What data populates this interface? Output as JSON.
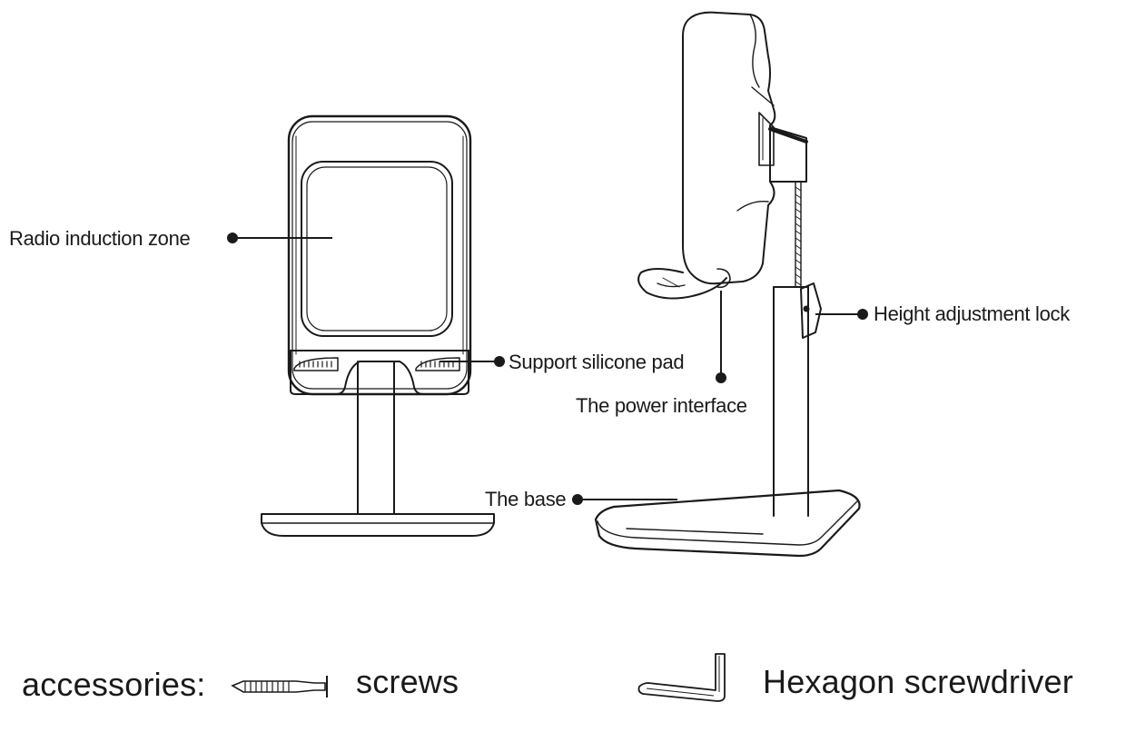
{
  "callouts": {
    "radio_zone": "Radio induction zone",
    "silicone_pad": "Support silicone pad",
    "power_interface": "The power interface",
    "height_lock": "Height adjustment lock",
    "base": "The base"
  },
  "accessories": {
    "heading": "accessories:",
    "screws": "screws",
    "hex_driver": "Hexagon screwdriver"
  },
  "icons": [
    "stand-front-view-icon",
    "stand-side-view-icon",
    "screw-icon",
    "hex-key-icon"
  ],
  "colors": {
    "line": "#1a1a1a",
    "background": "#ffffff"
  }
}
